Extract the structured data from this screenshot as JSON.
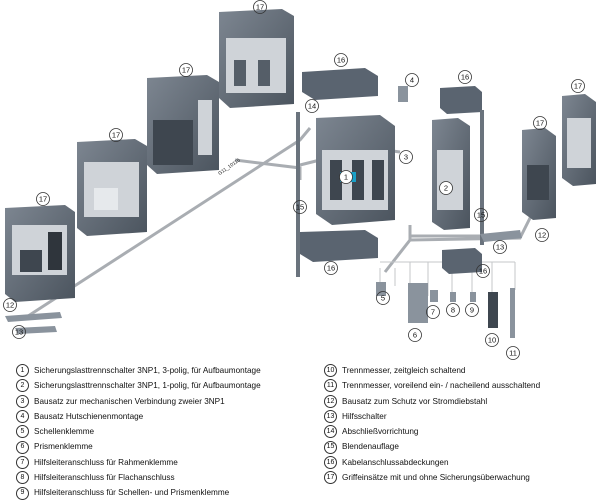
{
  "callouts": {
    "c1": "1",
    "c2": "2",
    "c3": "3",
    "c4": "4",
    "c5": "5",
    "c6": "6",
    "c7": "7",
    "c8": "8",
    "c9": "9",
    "c10": "10",
    "c11": "11",
    "c12": "12",
    "c13": "13",
    "c14": "14",
    "c15": "15",
    "c16": "16",
    "c17": "17"
  },
  "diagram_code": "G11_10115",
  "legend_left": [
    {
      "num": "1",
      "text": "Sicherungslasttrennschalter 3NP1, 3-polig, für Aufbaumontage"
    },
    {
      "num": "2",
      "text": "Sicherungslasttrennschalter 3NP1, 1-polig, für Aufbaumontage"
    },
    {
      "num": "3",
      "text": "Bausatz zur mechanischen Verbindung zweier 3NP1"
    },
    {
      "num": "4",
      "text": "Bausatz Hutschienenmontage"
    },
    {
      "num": "5",
      "text": "Schellenklemme"
    },
    {
      "num": "6",
      "text": "Prismenklemme"
    },
    {
      "num": "7",
      "text": "Hilfsleiteranschluss für Rahmenklemme"
    },
    {
      "num": "8",
      "text": "Hilfsleiteranschluss für Flachanschluss"
    },
    {
      "num": "9",
      "text": "Hilfsleiteranschluss für Schellen- und Prismenklemme"
    }
  ],
  "legend_right": [
    {
      "num": "10",
      "text": "Trennmesser, zeitgleich schaltend"
    },
    {
      "num": "11",
      "text": "Trennmesser, voreilend ein- / nacheilend ausschaltend"
    },
    {
      "num": "12",
      "text": "Bausatz zum Schutz vor Stromdiebstahl"
    },
    {
      "num": "13",
      "text": "Hilfsschalter"
    },
    {
      "num": "14",
      "text": "Abschließvorrichtung"
    },
    {
      "num": "15",
      "text": "Blendenauflage"
    },
    {
      "num": "16",
      "text": "Kabelanschlussabdeckungen"
    },
    {
      "num": "17",
      "text": "Griffeinsätze mit und ohne Sicherungsüberwachung"
    }
  ],
  "colors": {
    "housing": "#5a6470",
    "housing_dark": "#3e464f",
    "housing_light": "#8a939d",
    "connector": "#a9adb2",
    "blue_accent": "#1aa0c8"
  }
}
